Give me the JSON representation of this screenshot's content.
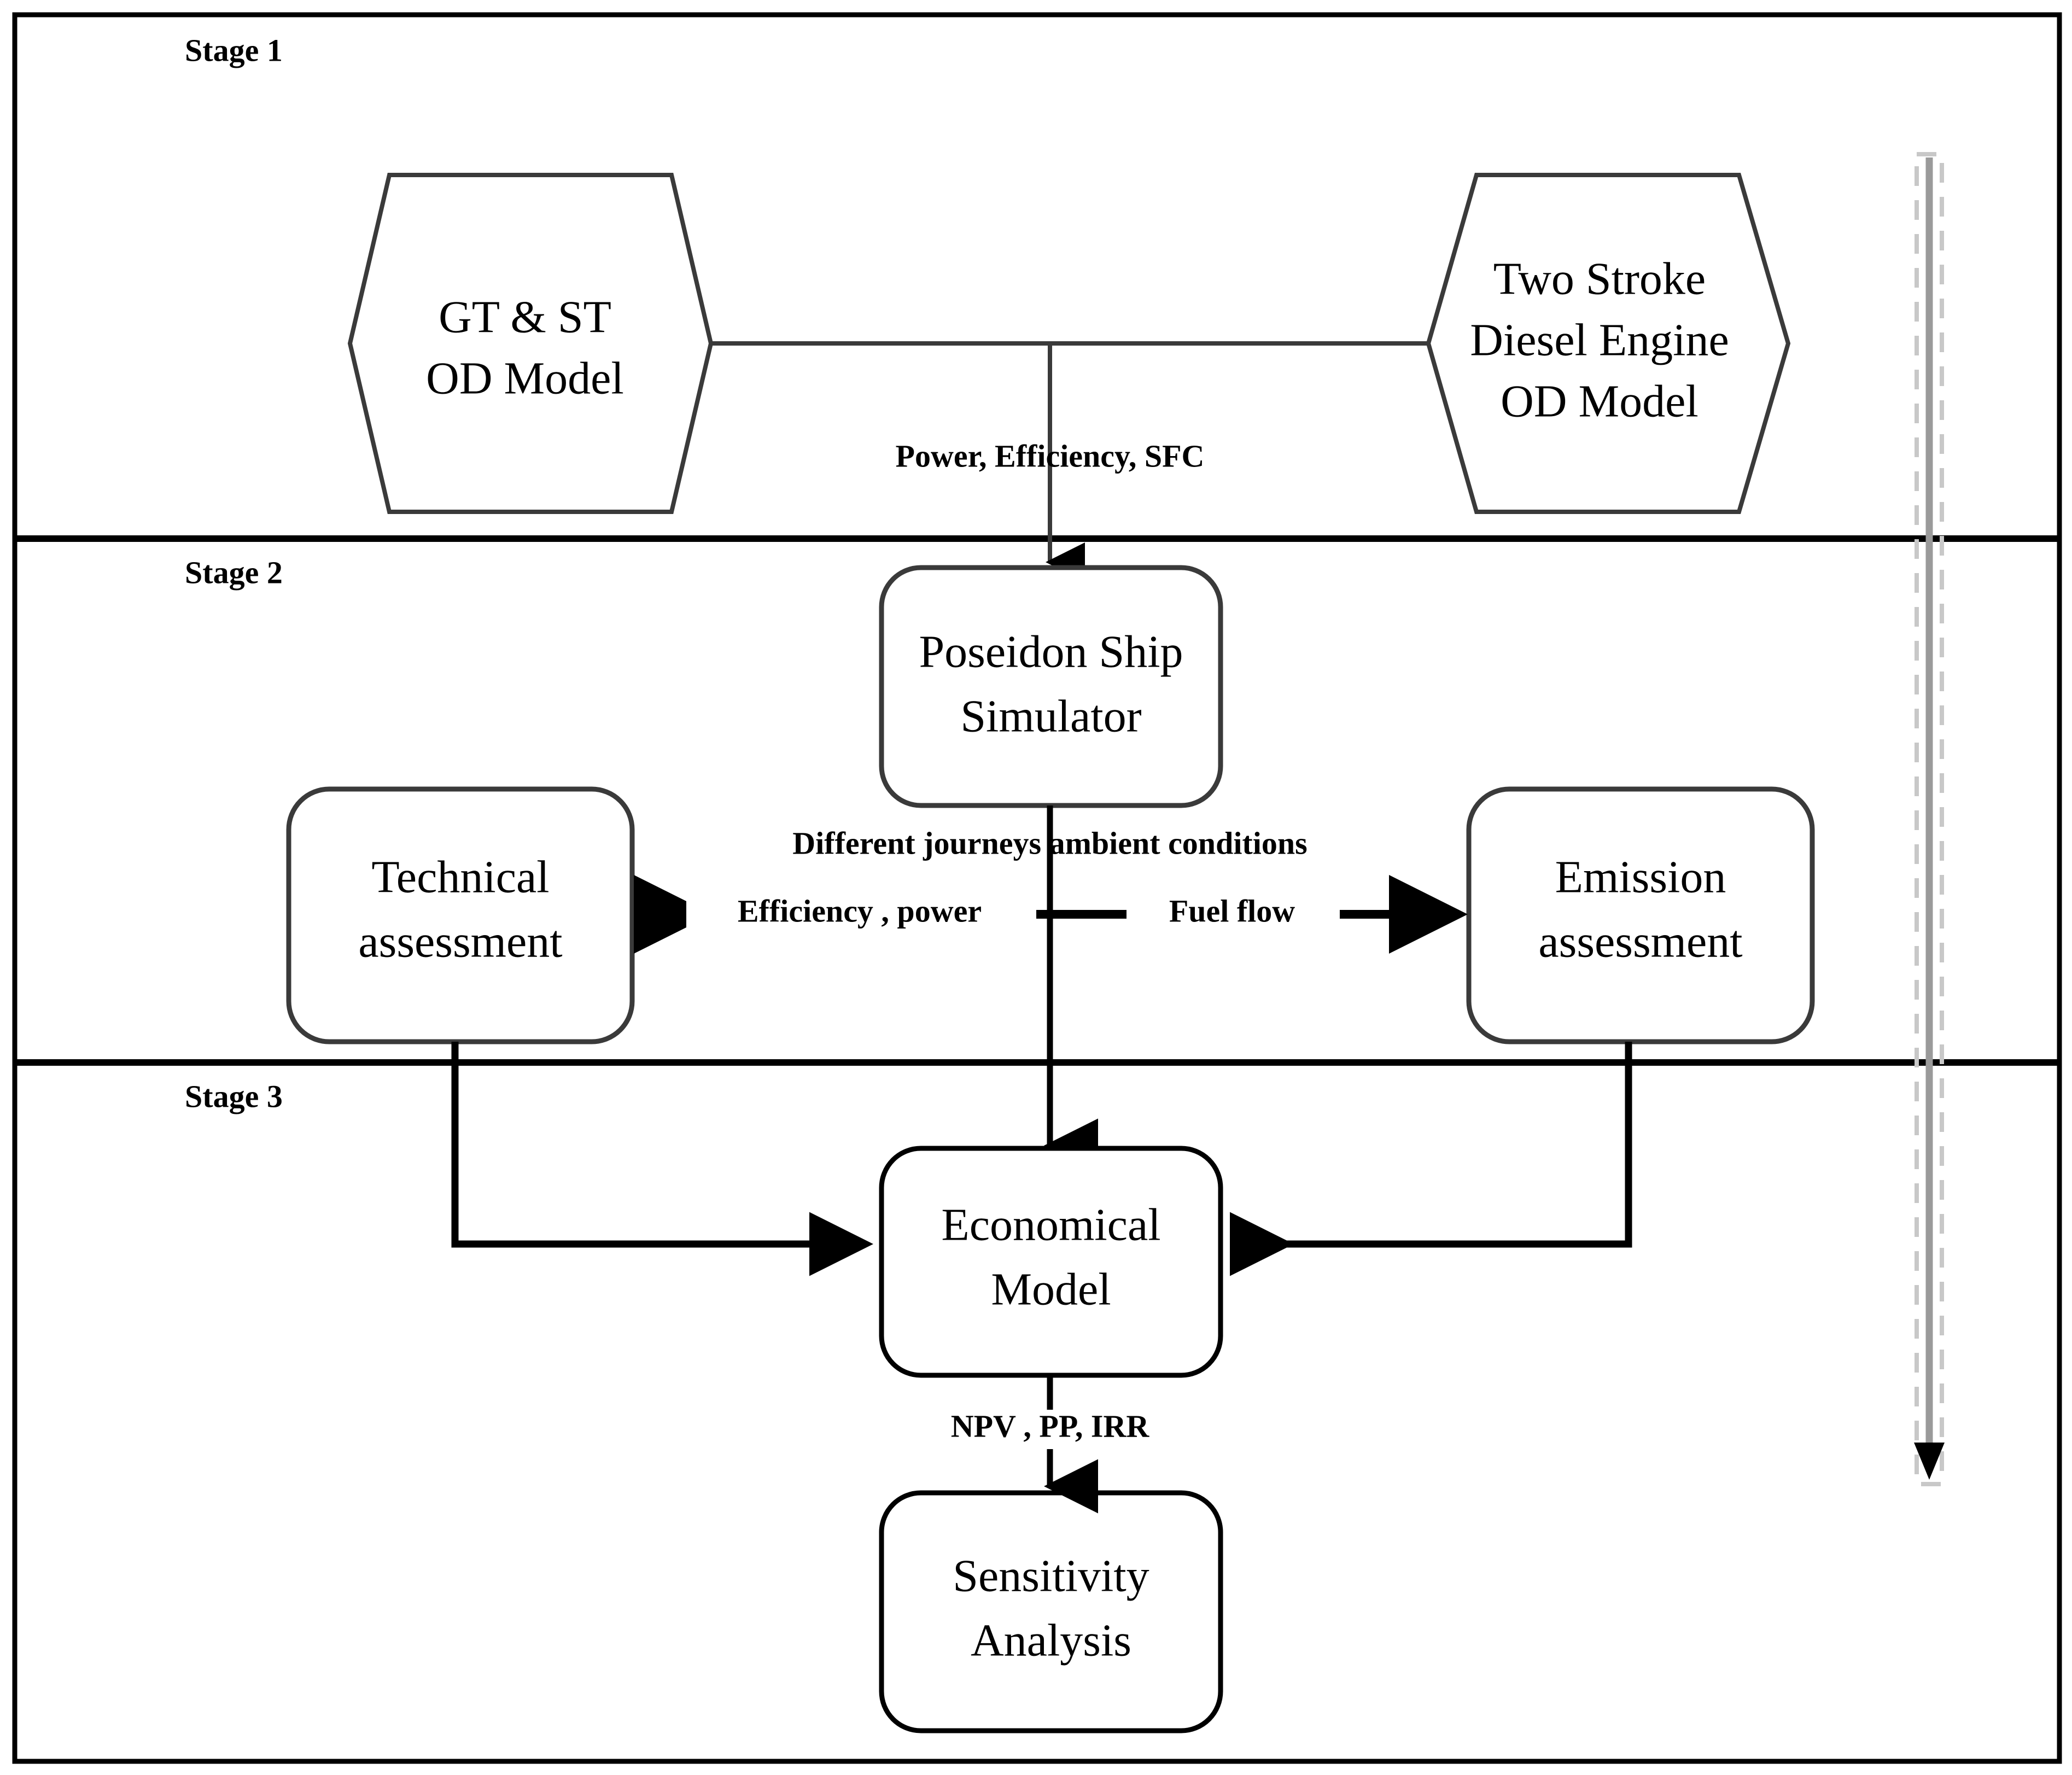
{
  "diagram": {
    "title": "Three stage ship powerplant assessment methodology flowchart",
    "colors": {
      "outline": "#000000",
      "node_stroke": "#3a3a3a",
      "arrow": "#000000",
      "side_arrow": "#9a9a9a",
      "side_box": "#c8c8c8",
      "background": "#ffffff"
    },
    "stages": [
      {
        "id": "stage1",
        "label": "Stage 1"
      },
      {
        "id": "stage2",
        "label": "Stage 2"
      },
      {
        "id": "stage3",
        "label": "Stage 3"
      }
    ],
    "nodes": [
      {
        "id": "gt_st",
        "shape": "hexagon",
        "lines": [
          "GT & ST",
          "OD Model"
        ]
      },
      {
        "id": "two_stroke",
        "shape": "hexagon",
        "lines": [
          "Two Stroke",
          "Diesel Engine",
          "OD Model"
        ]
      },
      {
        "id": "poseidon",
        "shape": "rounded",
        "lines": [
          "Poseidon Ship",
          "Simulator"
        ]
      },
      {
        "id": "technical",
        "shape": "rounded",
        "lines": [
          "Technical",
          "assessment"
        ]
      },
      {
        "id": "emission",
        "shape": "rounded",
        "lines": [
          "Emission",
          "assessment"
        ]
      },
      {
        "id": "economical",
        "shape": "rounded",
        "lines": [
          "Economical",
          "Model"
        ]
      },
      {
        "id": "sensitivity",
        "shape": "rounded",
        "lines": [
          "Sensitivity",
          "Analysis"
        ]
      }
    ],
    "edge_labels": [
      {
        "id": "power_eff_sfc",
        "text": "Power, Efficiency, SFC",
        "from": "gt_st + two_stroke",
        "to": "poseidon"
      },
      {
        "id": "journeys",
        "text": "Different journeys ambient conditions",
        "from": "poseidon",
        "to": "economical"
      },
      {
        "id": "efficiency_power",
        "text": "Efficiency , power",
        "from": "poseidon",
        "to": "technical"
      },
      {
        "id": "fuel_flow",
        "text": "Fuel flow",
        "from": "poseidon",
        "to": "emission"
      },
      {
        "id": "npv_pp_irr",
        "text": "NPV , PP, IRR",
        "from": "economical",
        "to": "sensitivity"
      }
    ]
  }
}
